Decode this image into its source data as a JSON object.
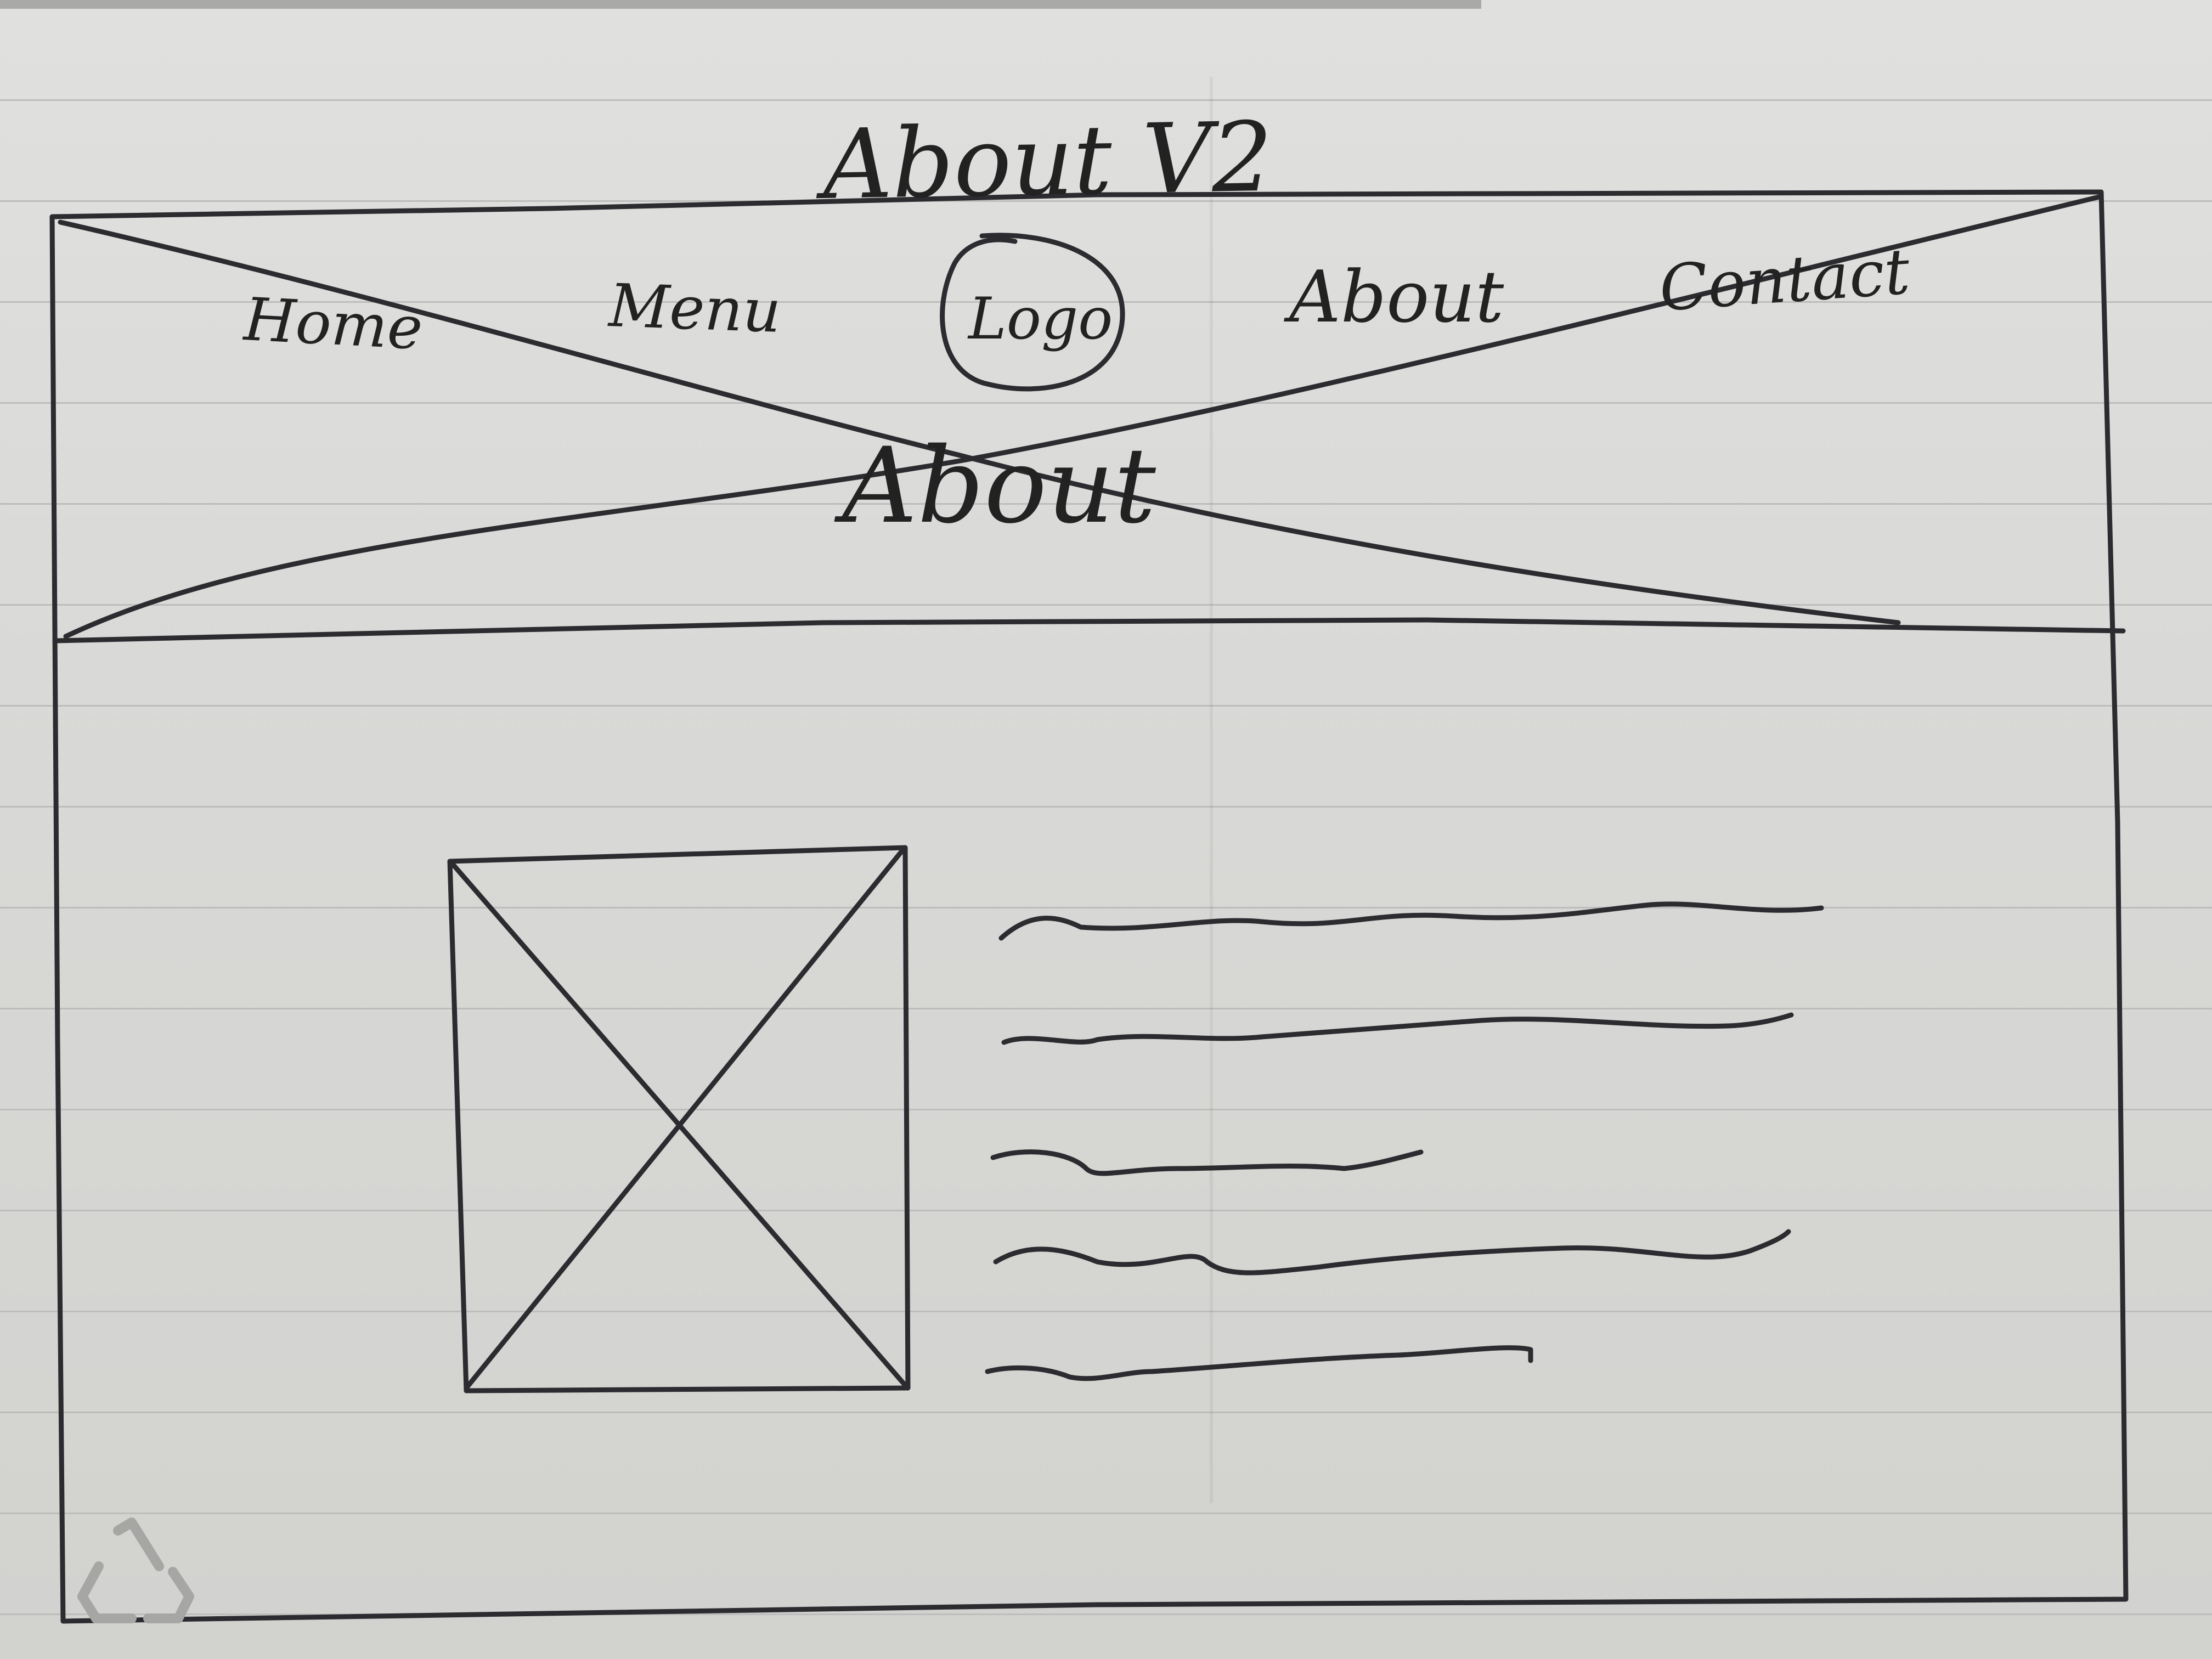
{
  "sheet": {
    "title": "About V2"
  },
  "wireframe": {
    "nav": {
      "items": [
        {
          "label": "Home"
        },
        {
          "label": "Menu"
        },
        {
          "label": "Logo"
        },
        {
          "label": "About"
        },
        {
          "label": "Contact"
        }
      ]
    },
    "hero": {
      "label": "About"
    },
    "content": {
      "text_lines": 5
    }
  },
  "colors": {
    "ink": "#2b2b30",
    "paper": "#d9d9d7",
    "rule_line": "#bdbdbb"
  },
  "icons": [
    "recycle-icon"
  ]
}
